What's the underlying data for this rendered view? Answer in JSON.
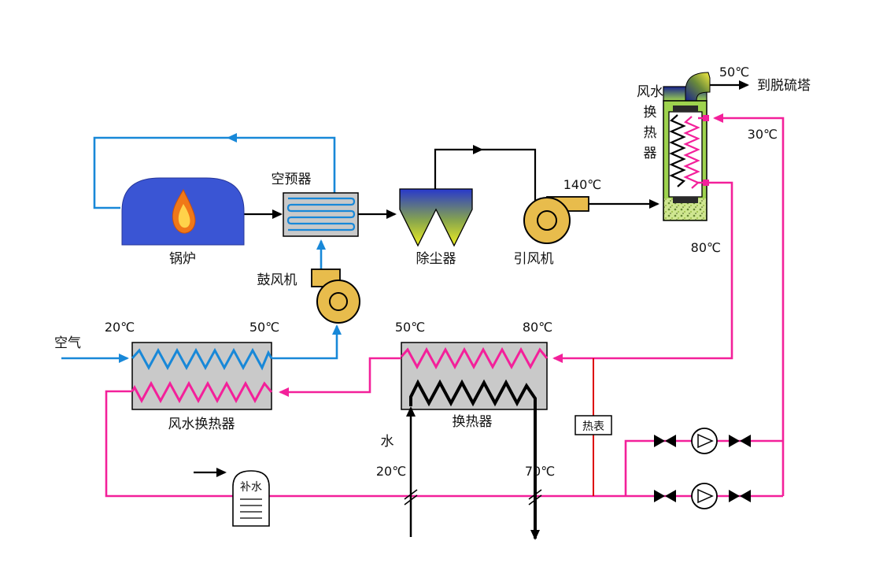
{
  "components": {
    "boiler": {
      "label": "锅炉"
    },
    "air_preheater": {
      "label": "空预器"
    },
    "blower": {
      "label": "鼓风机"
    },
    "dust_collector": {
      "label": "除尘器"
    },
    "induced_fan": {
      "label": "引风机",
      "outlet_temp": "140℃"
    },
    "flue_gas_heat_exchanger": {
      "label_lines": [
        "风水",
        "换",
        "热",
        "器"
      ],
      "stack_temp": "50℃",
      "stack_destination": "到脱硫塔",
      "return_temp": "30℃",
      "supply_temp": "80℃"
    },
    "air_water_heat_exchanger": {
      "label": "风水换热器",
      "air_in_label": "空气",
      "air_in_temp": "20℃",
      "air_out_temp": "50℃"
    },
    "water_heat_exchanger": {
      "label": "换热器",
      "hot_out_temp": "50℃",
      "hot_in_temp": "80℃",
      "water_label": "水",
      "water_in_temp": "20℃",
      "water_out_temp": "70℃"
    },
    "heat_meter": {
      "label": "热表"
    },
    "makeup_water": {
      "label": "补水"
    }
  },
  "colors": {
    "air_line": "#1888d8",
    "hot_water_line": "#f3209a",
    "flue_line": "#000000",
    "meter_line": "#dd0000",
    "fan_fill": "#e8bc4c",
    "exchanger_fill": "#c9c9c9",
    "boiler_fill": "#3a55d4",
    "fgh_body_fill": "#9ed34e"
  }
}
